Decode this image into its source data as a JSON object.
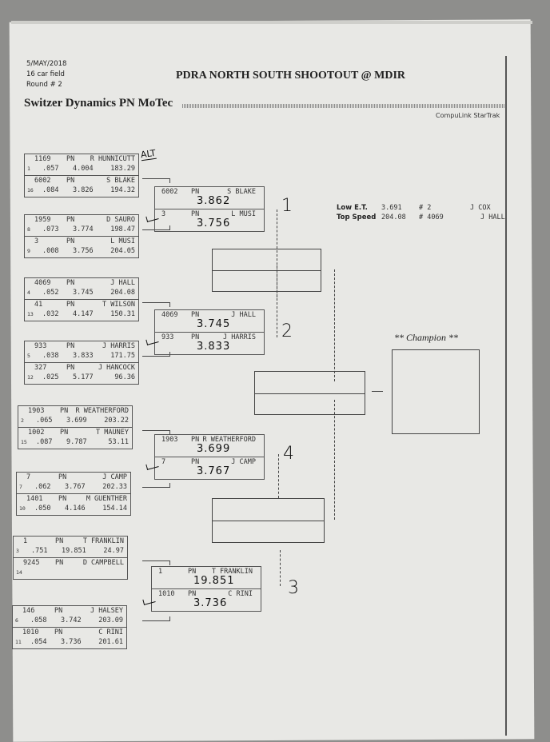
{
  "header": {
    "date": "5/MAY/2018",
    "field": "16 car field",
    "round": "Round # 2",
    "title": "PDRA NORTH SOUTH SHOOTOUT @ MDIR",
    "class_title": "Switzer Dynamics PN MoTec",
    "system": "CompuLink StarTrak"
  },
  "stats": {
    "low_et": {
      "label": "Low  E.T.",
      "value": "3.691",
      "car": "# 2",
      "driver": "J COX"
    },
    "top_speed": {
      "label": "Top Speed",
      "value": "204.08",
      "car": "# 4069",
      "driver": "J HALL"
    }
  },
  "round1": [
    [
      {
        "car": "1169",
        "cls": "PN",
        "name": "R HUNNICUTT",
        "seed": "1",
        "rt": ".057",
        "et": "4.004",
        "mph": "183.29"
      },
      {
        "car": "6002",
        "cls": "PN",
        "name": "S BLAKE",
        "seed": "16",
        "rt": ".084",
        "et": "3.826",
        "mph": "194.32"
      }
    ],
    [
      {
        "car": "1959",
        "cls": "PN",
        "name": "D SAURO",
        "seed": "8",
        "rt": ".073",
        "et": "3.774",
        "mph": "198.47"
      },
      {
        "car": "3",
        "cls": "PN",
        "name": "L MUSI",
        "seed": "9",
        "rt": ".008",
        "et": "3.756",
        "mph": "204.05"
      }
    ],
    [
      {
        "car": "4069",
        "cls": "PN",
        "name": "J HALL",
        "seed": "4",
        "rt": ".052",
        "et": "3.745",
        "mph": "204.08"
      },
      {
        "car": "41",
        "cls": "PN",
        "name": "T WILSON",
        "seed": "13",
        "rt": ".032",
        "et": "4.147",
        "mph": "150.31"
      }
    ],
    [
      {
        "car": "933",
        "cls": "PN",
        "name": "J HARRIS",
        "seed": "5",
        "rt": ".038",
        "et": "3.833",
        "mph": "171.75"
      },
      {
        "car": "327",
        "cls": "PN",
        "name": "J HANCOCK",
        "seed": "12",
        "rt": ".025",
        "et": "5.177",
        "mph": "96.36"
      }
    ],
    [
      {
        "car": "1903",
        "cls": "PN",
        "name": "R WEATHERFORD",
        "seed": "2",
        "rt": ".065",
        "et": "3.699",
        "mph": "203.22"
      },
      {
        "car": "1002",
        "cls": "PN",
        "name": "T MAUNEY",
        "seed": "15",
        "rt": ".087",
        "et": "9.787",
        "mph": "53.11"
      }
    ],
    [
      {
        "car": "7",
        "cls": "PN",
        "name": "J CAMP",
        "seed": "7",
        "rt": ".062",
        "et": "3.767",
        "mph": "202.33"
      },
      {
        "car": "1401",
        "cls": "PN",
        "name": "M GUENTHER",
        "seed": "10",
        "rt": ".050",
        "et": "4.146",
        "mph": "154.14"
      }
    ],
    [
      {
        "car": "1",
        "cls": "PN",
        "name": "T FRANKLIN",
        "seed": "3",
        "rt": ".751",
        "et": "19.851",
        "mph": "24.97"
      },
      {
        "car": "9245",
        "cls": "PN",
        "name": "D CAMPBELL",
        "seed": "14",
        "rt": "",
        "et": "",
        "mph": ""
      }
    ],
    [
      {
        "car": "146",
        "cls": "PN",
        "name": "J HALSEY",
        "seed": "6",
        "rt": ".058",
        "et": "3.742",
        "mph": "203.09"
      },
      {
        "car": "1010",
        "cls": "PN",
        "name": "C RINI",
        "seed": "11",
        "rt": ".054",
        "et": "3.736",
        "mph": "201.61"
      }
    ]
  ],
  "round2": [
    {
      "label": "1",
      "entries": [
        {
          "car": "6002",
          "cls": "PN",
          "name": "S BLAKE",
          "et": "3.862"
        },
        {
          "car": "3",
          "cls": "PN",
          "name": "L MUSI",
          "et": "3.756"
        }
      ]
    },
    {
      "label": "2",
      "entries": [
        {
          "car": "4069",
          "cls": "PN",
          "name": "J HALL",
          "et": "3.745"
        },
        {
          "car": "933",
          "cls": "PN",
          "name": "J HARRIS",
          "et": "3.833"
        }
      ]
    },
    {
      "label": "4",
      "entries": [
        {
          "car": "1903",
          "cls": "PN",
          "name": "R WEATHERFORD",
          "et": "3.699"
        },
        {
          "car": "7",
          "cls": "PN",
          "name": "J CAMP",
          "et": "3.767"
        }
      ]
    },
    {
      "label": "3",
      "entries": [
        {
          "car": "1",
          "cls": "PN",
          "name": "T FRANKLIN",
          "et": "19.851"
        },
        {
          "car": "1010",
          "cls": "PN",
          "name": "C RINI",
          "et": "3.736"
        }
      ]
    }
  ],
  "annotations": {
    "alt": "ALT"
  },
  "champion": {
    "label": "** Champion **"
  }
}
